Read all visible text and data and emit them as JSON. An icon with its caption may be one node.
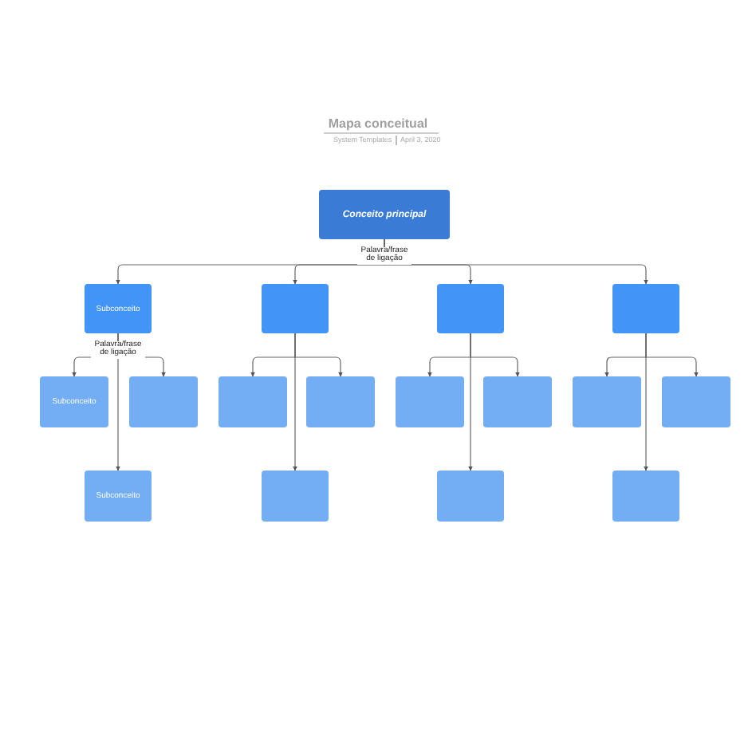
{
  "diagram": {
    "title": "Mapa conceitual",
    "nodes": [
      {
        "text": [
          "Conceito principal"
        ]
      },
      {
        "text": [
          "Subconceito"
        ]
      },
      {
        "text": [],
        "shape": "box"
      },
      {
        "text": [],
        "shape": "box"
      },
      {
        "text": [],
        "shape": "box"
      },
      {
        "text": [
          "Subconceito"
        ]
      },
      {
        "text": [],
        "shape": "box"
      },
      {
        "text": [],
        "shape": "box"
      },
      {
        "text": [],
        "shape": "box"
      },
      {
        "text": [],
        "shape": "box"
      },
      {
        "text": [],
        "shape": "box"
      },
      {
        "text": [],
        "shape": "box"
      },
      {
        "text": [],
        "shape": "box"
      },
      {
        "text": [
          "Subconceito"
        ]
      },
      {
        "text": [],
        "shape": "box"
      },
      {
        "text": [],
        "shape": "box"
      },
      {
        "text": [],
        "shape": "box"
      }
    ],
    "edges": [
      {
        "from": 0,
        "to": 1,
        "arrow": "to",
        "label": "Palavra/frase de ligação"
      },
      {
        "from": 0,
        "to": 2,
        "arrow": "to"
      },
      {
        "from": 0,
        "to": 3,
        "arrow": "to"
      },
      {
        "from": 0,
        "to": 4,
        "arrow": "to"
      },
      {
        "from": 1,
        "to": 5,
        "arrow": "to",
        "label": "Palavra/frase de ligação"
      },
      {
        "from": 1,
        "to": 6,
        "arrow": "to"
      },
      {
        "from": 1,
        "to": 13,
        "arrow": "to"
      },
      {
        "from": 2,
        "to": 7,
        "arrow": "to"
      },
      {
        "from": 2,
        "to": 8,
        "arrow": "to"
      },
      {
        "from": 2,
        "to": 14,
        "arrow": "to"
      },
      {
        "from": 3,
        "to": 9,
        "arrow": "to"
      },
      {
        "from": 3,
        "to": 10,
        "arrow": "to"
      },
      {
        "from": 3,
        "to": 15,
        "arrow": "to"
      },
      {
        "from": 4,
        "to": 11,
        "arrow": "to"
      },
      {
        "from": 4,
        "to": 12,
        "arrow": "to"
      },
      {
        "from": 4,
        "to": 16,
        "arrow": "to"
      }
    ],
    "labels": [
      "System Templates",
      "April 3, 2020"
    ]
  }
}
